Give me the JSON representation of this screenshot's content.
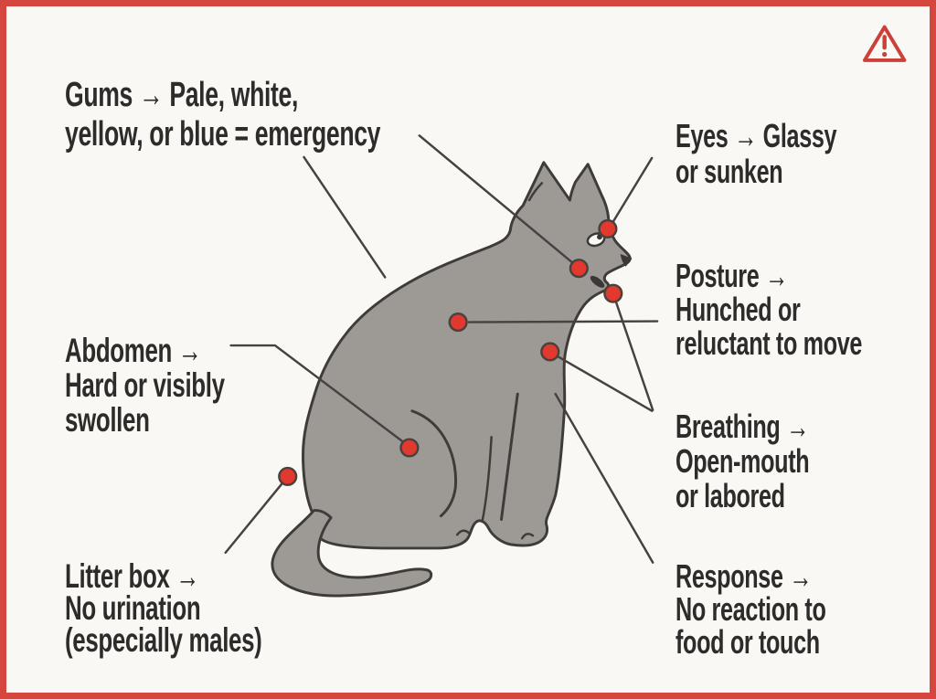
{
  "page": {
    "background_color": "#faf8f4",
    "border_color": "#d5473e",
    "text_color": "#2e2c2a"
  },
  "warning_icon": {
    "name": "warning-triangle",
    "color": "#cb4038"
  },
  "cat": {
    "body_color": "#9d9995",
    "outline_color": "#3f3b38",
    "marker_color": "#e2392e",
    "markers": [
      "eye",
      "jaw",
      "throat",
      "shoulder",
      "chest",
      "abdomen",
      "hip"
    ]
  },
  "annotations": {
    "gums": {
      "title": "Gums",
      "arrow": "→",
      "inline": "Pale, white,",
      "lines": [
        "yellow, or blue = emergency"
      ]
    },
    "eyes": {
      "title": "Eyes",
      "arrow": "→",
      "inline": "Glassy",
      "lines": [
        "or sunken"
      ]
    },
    "posture": {
      "title": "Posture",
      "arrow": "→",
      "inline": "",
      "lines": [
        "Hunched or",
        "reluctant to move"
      ]
    },
    "abdomen": {
      "title": "Abdomen",
      "arrow": "→",
      "inline": "",
      "lines": [
        "Hard or visibly",
        "swollen"
      ]
    },
    "breathing": {
      "title": "Breathing",
      "arrow": "→",
      "inline": "",
      "lines": [
        "Open-mouth",
        "or labored"
      ]
    },
    "litter_box": {
      "title": "Litter box",
      "arrow": "→",
      "inline": "",
      "lines": [
        "No urination",
        "(especially males)"
      ]
    },
    "response": {
      "title": "Response",
      "arrow": "→",
      "inline": "",
      "lines": [
        "No reaction to",
        "food or touch"
      ]
    }
  }
}
